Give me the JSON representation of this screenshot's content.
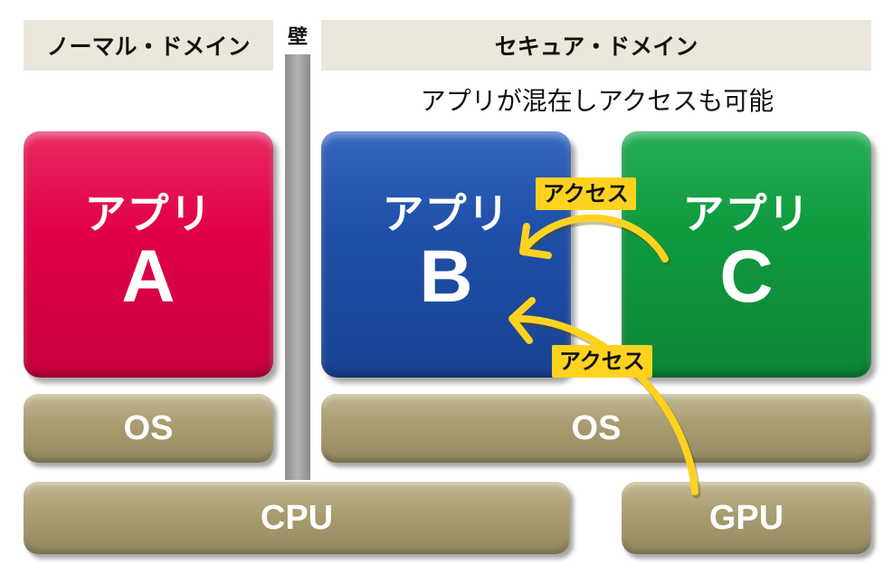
{
  "headers": {
    "normal_domain": "ノーマル・ドメイン",
    "secure_domain": "セキュア・ドメイン"
  },
  "wall_label": "壁",
  "secure_caption": "アプリが混在しアクセスも可能",
  "apps": [
    {
      "label": "アプリ",
      "letter": "A",
      "color": "#e10048"
    },
    {
      "label": "アプリ",
      "letter": "B",
      "color": "#1f4fa8"
    },
    {
      "label": "アプリ",
      "letter": "C",
      "color": "#0f9a3e"
    }
  ],
  "os_labels": {
    "normal": "OS",
    "secure": "OS"
  },
  "cpu_label": "CPU",
  "gpu_label": "GPU",
  "access_labels": {
    "top": "アクセス",
    "bottom": "アクセス"
  },
  "colors": {
    "arrow": "#ffd21f",
    "bar": "#a89c70",
    "header_bg": "#ebe7db"
  }
}
